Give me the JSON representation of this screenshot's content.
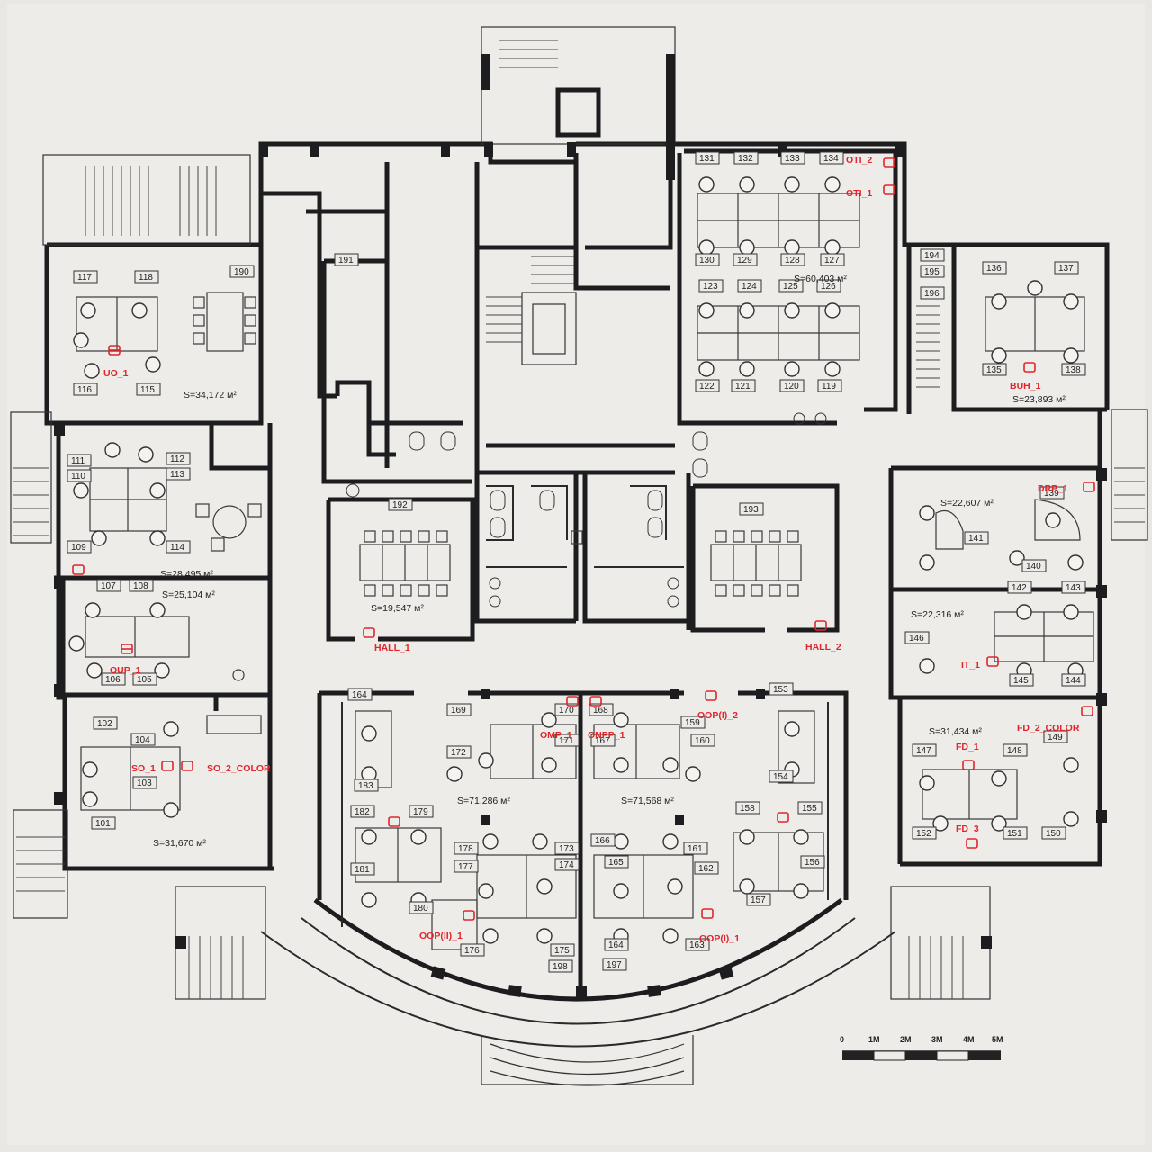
{
  "rooms": [
    {
      "id": "r117",
      "label": "117"
    },
    {
      "id": "r118",
      "label": "118"
    },
    {
      "id": "r190",
      "label": "190"
    },
    {
      "id": "r116",
      "label": "116"
    },
    {
      "id": "r115",
      "label": "115"
    },
    {
      "id": "r111",
      "label": "111"
    },
    {
      "id": "r110",
      "label": "110"
    },
    {
      "id": "r112",
      "label": "112"
    },
    {
      "id": "r113",
      "label": "113"
    },
    {
      "id": "r109",
      "label": "109"
    },
    {
      "id": "r114",
      "label": "114"
    },
    {
      "id": "r107",
      "label": "107"
    },
    {
      "id": "r108",
      "label": "108"
    },
    {
      "id": "r106",
      "label": "106"
    },
    {
      "id": "r105",
      "label": "105"
    },
    {
      "id": "r102",
      "label": "102"
    },
    {
      "id": "r104",
      "label": "104"
    },
    {
      "id": "r103",
      "label": "103"
    },
    {
      "id": "r101",
      "label": "101"
    },
    {
      "id": "r191",
      "label": "191"
    },
    {
      "id": "r192",
      "label": "192"
    },
    {
      "id": "r193",
      "label": "193"
    },
    {
      "id": "r131",
      "label": "131"
    },
    {
      "id": "r132",
      "label": "132"
    },
    {
      "id": "r133",
      "label": "133"
    },
    {
      "id": "r134",
      "label": "134"
    },
    {
      "id": "r130",
      "label": "130"
    },
    {
      "id": "r129",
      "label": "129"
    },
    {
      "id": "r128",
      "label": "128"
    },
    {
      "id": "r127",
      "label": "127"
    },
    {
      "id": "r123",
      "label": "123"
    },
    {
      "id": "r124",
      "label": "124"
    },
    {
      "id": "r125",
      "label": "125"
    },
    {
      "id": "r126",
      "label": "126"
    },
    {
      "id": "r122",
      "label": "122"
    },
    {
      "id": "r121",
      "label": "121"
    },
    {
      "id": "r120",
      "label": "120"
    },
    {
      "id": "r119",
      "label": "119"
    },
    {
      "id": "r194",
      "label": "194"
    },
    {
      "id": "r195",
      "label": "195"
    },
    {
      "id": "r196",
      "label": "196"
    },
    {
      "id": "r136",
      "label": "136"
    },
    {
      "id": "r137",
      "label": "137"
    },
    {
      "id": "r135",
      "label": "135"
    },
    {
      "id": "r138",
      "label": "138"
    },
    {
      "id": "r139",
      "label": "139"
    },
    {
      "id": "r141",
      "label": "141"
    },
    {
      "id": "r140",
      "label": "140"
    },
    {
      "id": "r142",
      "label": "142"
    },
    {
      "id": "r143",
      "label": "143"
    },
    {
      "id": "r146",
      "label": "146"
    },
    {
      "id": "r145",
      "label": "145"
    },
    {
      "id": "r144",
      "label": "144"
    },
    {
      "id": "r147",
      "label": "147"
    },
    {
      "id": "r148",
      "label": "148"
    },
    {
      "id": "r149",
      "label": "149"
    },
    {
      "id": "r152",
      "label": "152"
    },
    {
      "id": "r151",
      "label": "151"
    },
    {
      "id": "r150",
      "label": "150"
    },
    {
      "id": "r164a",
      "label": "164"
    },
    {
      "id": "r169",
      "label": "169"
    },
    {
      "id": "r170",
      "label": "170"
    },
    {
      "id": "r168",
      "label": "168"
    },
    {
      "id": "r159",
      "label": "159"
    },
    {
      "id": "r153",
      "label": "153"
    },
    {
      "id": "r171",
      "label": "171"
    },
    {
      "id": "r167",
      "label": "167"
    },
    {
      "id": "r160",
      "label": "160"
    },
    {
      "id": "r172",
      "label": "172"
    },
    {
      "id": "r183",
      "label": "183"
    },
    {
      "id": "r154",
      "label": "154"
    },
    {
      "id": "r182",
      "label": "182"
    },
    {
      "id": "r179",
      "label": "179"
    },
    {
      "id": "r158",
      "label": "158"
    },
    {
      "id": "r155",
      "label": "155"
    },
    {
      "id": "r178",
      "label": "178"
    },
    {
      "id": "r173",
      "label": "173"
    },
    {
      "id": "r166",
      "label": "166"
    },
    {
      "id": "r161",
      "label": "161"
    },
    {
      "id": "r177",
      "label": "177"
    },
    {
      "id": "r174",
      "label": "174"
    },
    {
      "id": "r165",
      "label": "165"
    },
    {
      "id": "r162",
      "label": "162"
    },
    {
      "id": "r156",
      "label": "156"
    },
    {
      "id": "r181",
      "label": "181"
    },
    {
      "id": "r180",
      "label": "180"
    },
    {
      "id": "r157",
      "label": "157"
    },
    {
      "id": "r176",
      "label": "176"
    },
    {
      "id": "r175",
      "label": "175"
    },
    {
      "id": "r164b",
      "label": "164"
    },
    {
      "id": "r163",
      "label": "163"
    },
    {
      "id": "r198",
      "label": "198"
    },
    {
      "id": "r197",
      "label": "197"
    }
  ],
  "areas": [
    {
      "id": "a1",
      "text": "S=34,172 м²"
    },
    {
      "id": "a2",
      "text": "S=28,495 м²"
    },
    {
      "id": "a3",
      "text": "S=25,104 м²"
    },
    {
      "id": "a4",
      "text": "S=31,670 м²"
    },
    {
      "id": "a5",
      "text": "S=19,547 м²"
    },
    {
      "id": "a6",
      "text": "S=60,403 м²"
    },
    {
      "id": "a7",
      "text": "S=23,893 м²"
    },
    {
      "id": "a8",
      "text": "S=22,607 м²"
    },
    {
      "id": "a9",
      "text": "S=22,316 м²"
    },
    {
      "id": "a10",
      "text": "S=31,434 м²"
    },
    {
      "id": "a11",
      "text": "S=71,286 м²"
    },
    {
      "id": "a12",
      "text": "S=71,568 м²"
    }
  ],
  "printers": [
    {
      "id": "p1",
      "label": "UO_1"
    },
    {
      "id": "p2",
      "label": "OUP_1"
    },
    {
      "id": "p3",
      "label": "SO_1"
    },
    {
      "id": "p4",
      "label": "SO_2_COLOR"
    },
    {
      "id": "p5",
      "label": "HALL_1"
    },
    {
      "id": "p6",
      "label": "HALL_2"
    },
    {
      "id": "p7",
      "label": "OTI_2"
    },
    {
      "id": "p8",
      "label": "OTI_1"
    },
    {
      "id": "p9",
      "label": "BUH_1"
    },
    {
      "id": "p10",
      "label": "DRP_1"
    },
    {
      "id": "p11",
      "label": "IT_1"
    },
    {
      "id": "p12",
      "label": "FD_2_COLOR"
    },
    {
      "id": "p13",
      "label": "FD_1"
    },
    {
      "id": "p14",
      "label": "FD_3"
    },
    {
      "id": "p15",
      "label": "OMP_1"
    },
    {
      "id": "p16",
      "label": "ONPP_1"
    },
    {
      "id": "p17",
      "label": "OOP(I)_2"
    },
    {
      "id": "p18",
      "label": "OOP(II)_1"
    },
    {
      "id": "p19",
      "label": "OOP(I)_1"
    }
  ],
  "scale": {
    "ticks": [
      "0",
      "1M",
      "2M",
      "3M",
      "4M",
      "5M"
    ]
  },
  "colors": {
    "wall": "#1d1d1f",
    "printer": "#e0262c",
    "background": "#e8e7e4"
  }
}
